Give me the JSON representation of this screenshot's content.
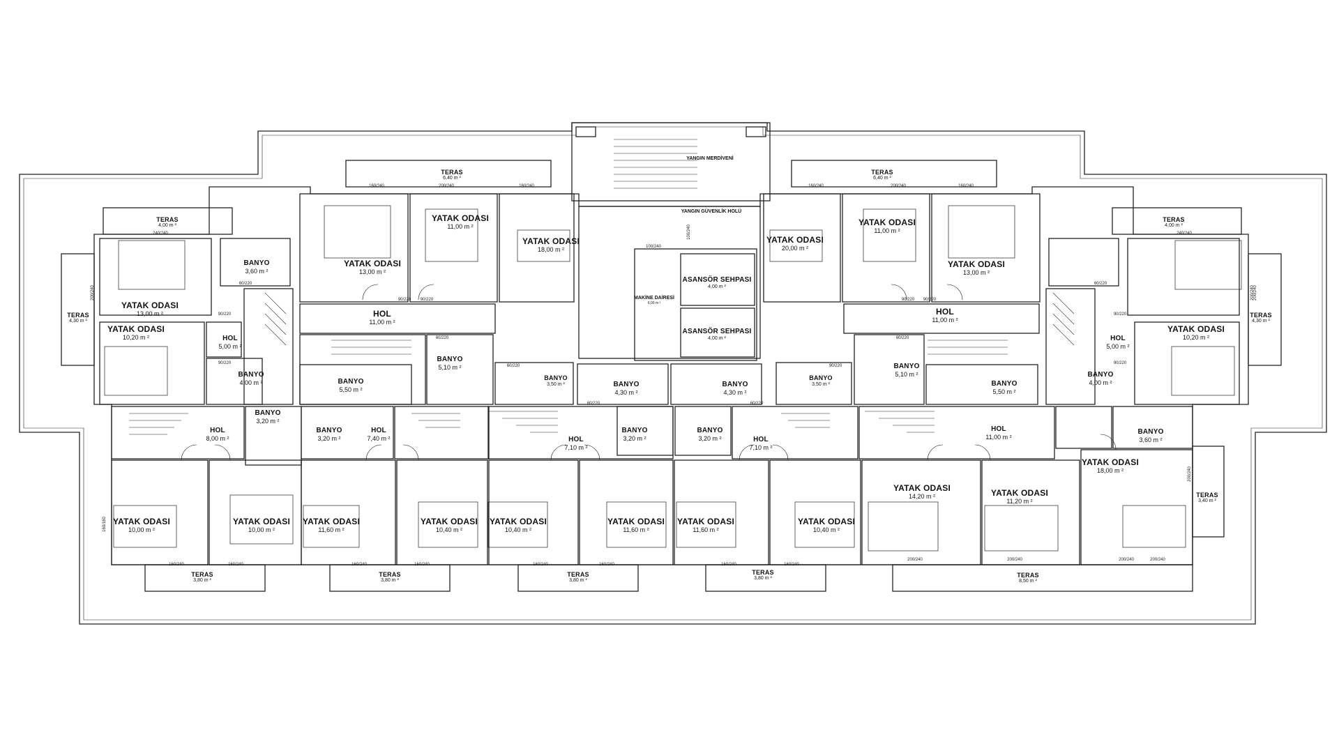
{
  "units": {
    "area": "m ²"
  },
  "rooms": [
    {
      "name": "TERAS",
      "area": "4,00 m ²"
    },
    {
      "name": "YATAK ODASI",
      "area": "13,00 m ²"
    },
    {
      "name": "BANYO",
      "area": "3,60 m ²"
    },
    {
      "name": "YATAK ODASI",
      "area": "10,20 m ²"
    },
    {
      "name": "TERAS",
      "area": "4,30 m ²"
    },
    {
      "name": "HOL",
      "area": "5,00 m ²"
    },
    {
      "name": "BANYO",
      "area": "4,00 m ²"
    },
    {
      "name": "TERAS",
      "area": "6,40 m ²"
    },
    {
      "name": "YATAK ODASI",
      "area": "13,00 m ²"
    },
    {
      "name": "YATAK ODASI",
      "area": "11,00 m ²"
    },
    {
      "name": "YATAK ODASI",
      "area": "18,00 m ²"
    },
    {
      "name": "HOL",
      "area": "11,00 m ²"
    },
    {
      "name": "BANYO",
      "area": "5,50 m ²"
    },
    {
      "name": "BANYO",
      "area": "5,10 m ²"
    },
    {
      "name": "BANYO",
      "area": "3,50 m ²"
    },
    {
      "name": "YANGIN MERDİVENİ",
      "area": ""
    },
    {
      "name": "YANGIN GÜVENLİK HOLÜ",
      "area": ""
    },
    {
      "name": "MAKİNE DAİRESİ",
      "area": "6,00 m ²"
    },
    {
      "name": "ASANSÖR SEHPASI",
      "area": "4,00 m ²"
    },
    {
      "name": "ASANSÖR SEHPASI",
      "area": "4,00 m ²"
    },
    {
      "name": "BANYO",
      "area": "4,30 m ²"
    },
    {
      "name": "BANYO",
      "area": "4,30 m ²"
    },
    {
      "name": "TERAS",
      "area": "6,40 m ²"
    },
    {
      "name": "YATAK ODASI",
      "area": "20,00 m ²"
    },
    {
      "name": "YATAK ODASI",
      "area": "11,00 m ²"
    },
    {
      "name": "YATAK ODASI",
      "area": "13,00 m ²"
    },
    {
      "name": "HOL",
      "area": "11,00 m ²"
    },
    {
      "name": "BANYO",
      "area": "3,50 m ²"
    },
    {
      "name": "BANYO",
      "area": "5,10 m ²"
    },
    {
      "name": "BANYO",
      "area": "5,50 m ²"
    },
    {
      "name": "TERAS",
      "area": "4,00 m ²"
    },
    {
      "name": "YATAK ODASI",
      "area": "10,20 m ²"
    },
    {
      "name": "TERAS",
      "area": "4,30 m ²"
    },
    {
      "name": "HOL",
      "area": "5,00 m ²"
    },
    {
      "name": "BANYO",
      "area": "4,00 m ²"
    },
    {
      "name": "HOL",
      "area": "8,00 m ²"
    },
    {
      "name": "BANYO",
      "area": "3,20 m ²"
    },
    {
      "name": "BANYO",
      "area": "3,20 m ²"
    },
    {
      "name": "HOL",
      "area": "7,40 m ²"
    },
    {
      "name": "HOL",
      "area": "7,10 m ²"
    },
    {
      "name": "BANYO",
      "area": "3,20 m ²"
    },
    {
      "name": "BANYO",
      "area": "3,20 m ²"
    },
    {
      "name": "HOL",
      "area": "7,10 m ²"
    },
    {
      "name": "HOL",
      "area": "11,00 m ²"
    },
    {
      "name": "BANYO",
      "area": "3,60 m ²"
    },
    {
      "name": "YATAK ODASI",
      "area": "18,00 m ²"
    },
    {
      "name": "TERAS",
      "area": "3,40 m ²"
    },
    {
      "name": "YATAK ODASI",
      "area": "10,00 m ²"
    },
    {
      "name": "YATAK ODASI",
      "area": "10,00 m ²"
    },
    {
      "name": "YATAK ODASI",
      "area": "11,60 m ²"
    },
    {
      "name": "YATAK ODASI",
      "area": "10,40 m ²"
    },
    {
      "name": "YATAK ODASI",
      "area": "10,40 m ²"
    },
    {
      "name": "YATAK ODASI",
      "area": "11,60 m ²"
    },
    {
      "name": "YATAK ODASI",
      "area": "11,60 m ²"
    },
    {
      "name": "YATAK ODASI",
      "area": "10,40 m ²"
    },
    {
      "name": "YATAK ODASI",
      "area": "14,20 m ²"
    },
    {
      "name": "YATAK ODASI",
      "area": "11,20 m ²"
    },
    {
      "name": "TERAS",
      "area": "3,80 m ²"
    },
    {
      "name": "TERAS",
      "area": "3,80 m ²"
    },
    {
      "name": "TERAS",
      "area": "3,80 m ²"
    },
    {
      "name": "TERAS",
      "area": "3,80 m ²"
    },
    {
      "name": "TERAS",
      "area": "8,50 m ²"
    }
  ],
  "door_labels": [
    "240/240",
    "160/240",
    "200/240",
    "160/240",
    "160/240",
    "200/240",
    "160/240",
    "240/240",
    "200/240",
    "200/240",
    "100/240",
    "100/240",
    "60/220",
    "90/220",
    "90/220",
    "90/220",
    "90/220",
    "60/220",
    "60/220",
    "90/220",
    "90/220",
    "60/220",
    "90/220",
    "90/220",
    "90/220",
    "60/220",
    "60/220",
    "60/220",
    "160/240",
    "160/240",
    "160/240",
    "160/240",
    "160/240",
    "160/240",
    "160/240",
    "160/240",
    "200/240",
    "200/240",
    "200/240",
    "200/240",
    "160/160",
    "200/240",
    "200/240"
  ]
}
